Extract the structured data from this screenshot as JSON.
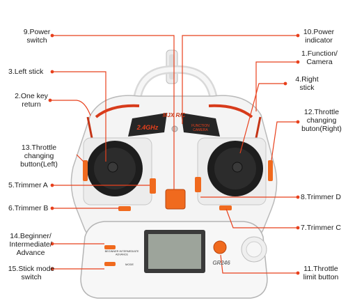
{
  "colors": {
    "leader": "#e8401c",
    "accent_orange": "#f06a1e",
    "body_white": "#f4f4f4",
    "stick_black": "#1b1b1b"
  },
  "labels": {
    "power_switch": "9.Power\nswitch",
    "left_stick": "3.Left stick",
    "one_key_return": "2.One key\nreturn",
    "throttle_changing_left": "13.Throttle\nchanging\nbutton(Left)",
    "trimmer_a": "5.Trimmer A",
    "trimmer_b": "6.Trimmer B",
    "beginner_advance": "14.Beginner/\nIntermediate/\nAdvance",
    "stick_mode_switch": "15.Stick mode\nswitch",
    "power_indicator": "10.Power\nindicator",
    "function_camera": "1.Function/\nCamera",
    "right_stick": "4.Right\nstick",
    "throttle_changing_right": "12.Throttle\nchanging\nbuton(Right)",
    "trimmer_d": "8.Trimmer D",
    "trimmer_c": "7.Trimmer C",
    "throttle_limit_button": "11.Throttle\nlimit button"
  },
  "device": {
    "brand_logo": "MJX R/C",
    "freq_badge": "2.4GHz",
    "function_badge": "FUNCTION\nCAMERA",
    "mode_panel_text": "BEGINNER  INTERMEDIATE\nADVANCE",
    "mode_label": "MODE",
    "model_name": "GR246"
  }
}
